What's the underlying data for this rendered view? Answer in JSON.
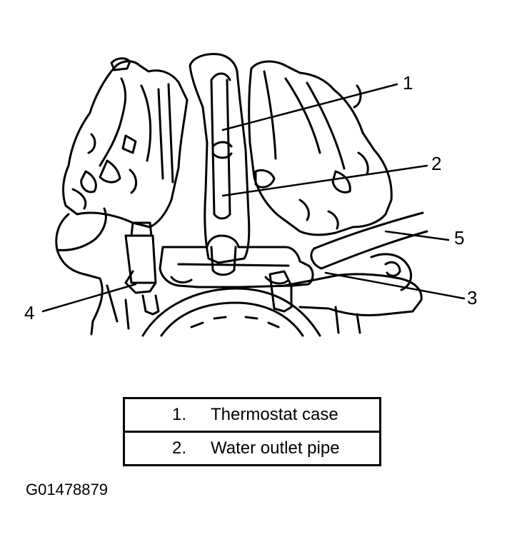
{
  "callouts": [
    {
      "num": "1"
    },
    {
      "num": "2"
    },
    {
      "num": "3"
    },
    {
      "num": "4"
    },
    {
      "num": "5"
    }
  ],
  "legend": [
    {
      "num": "1.",
      "text": "Thermostat case"
    },
    {
      "num": "2.",
      "text": "Water outlet pipe"
    }
  ],
  "figure_id": "G01478879",
  "colors": {
    "ink": "#000000",
    "paper": "#ffffff"
  }
}
